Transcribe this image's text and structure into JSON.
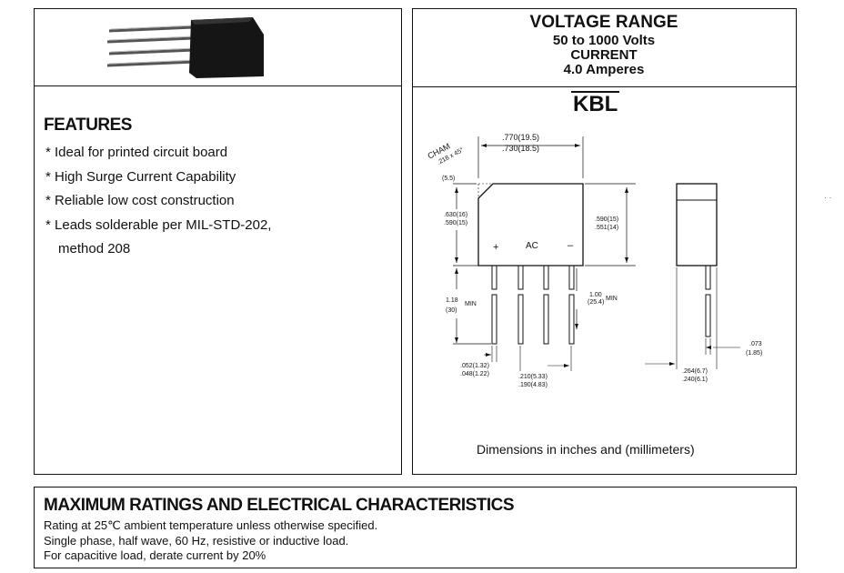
{
  "rating_box": {
    "title": "VOLTAGE RANGE",
    "voltage": "50 to 1000 Volts",
    "current_label": "CURRENT",
    "current": "4.0 Amperes"
  },
  "package": "KBL",
  "features": {
    "title": "FEATURES",
    "items": [
      "Ideal for printed circuit board",
      "High Surge Current Capability",
      "Reliable low cost construction",
      "Leads solderable per MIL-STD-202,",
      "method 208"
    ]
  },
  "drawing": {
    "cham": "CHAM",
    "cham_dim": ".218 x 45°",
    "cham_mm": "(5.5)",
    "width_in_1": ".770(19.5)",
    "width_in_2": ".730(18.5)",
    "height_1": ".630(16)",
    "height_2": ".590(15)",
    "body_h_1": ".590(15)",
    "body_h_2": ".551(14)",
    "lead_len_1": "1.18",
    "lead_len_2": "(30)",
    "lead_len_min": "MIN",
    "lead_min_1": "1.00",
    "lead_min_2": "(25.4)",
    "lead_min_min": "MIN",
    "pin_plus": "+",
    "pin_ac": "AC",
    "pin_minus": "–",
    "lead_w_1": ".052(1.32)",
    "lead_w_2": ".048(1.22)",
    "pitch_1": ".210(5.33)",
    "pitch_2": ".190(4.83)",
    "depth_1": ".264(6.7)",
    "depth_2": ".240(6.1)",
    "lead_t_1": ".073",
    "lead_t_2": "(1.85)",
    "caption": "Dimensions in inches and (millimeters)"
  },
  "max_ratings": {
    "title": "MAXIMUM RATINGS AND ELECTRICAL CHARACTERISTICS",
    "lines": [
      "Rating at 25℃ ambient temperature unless otherwise specified.",
      "Single phase, half wave, 60 Hz, resistive or inductive load.",
      "For capacitive load, derate current by 20%"
    ]
  }
}
